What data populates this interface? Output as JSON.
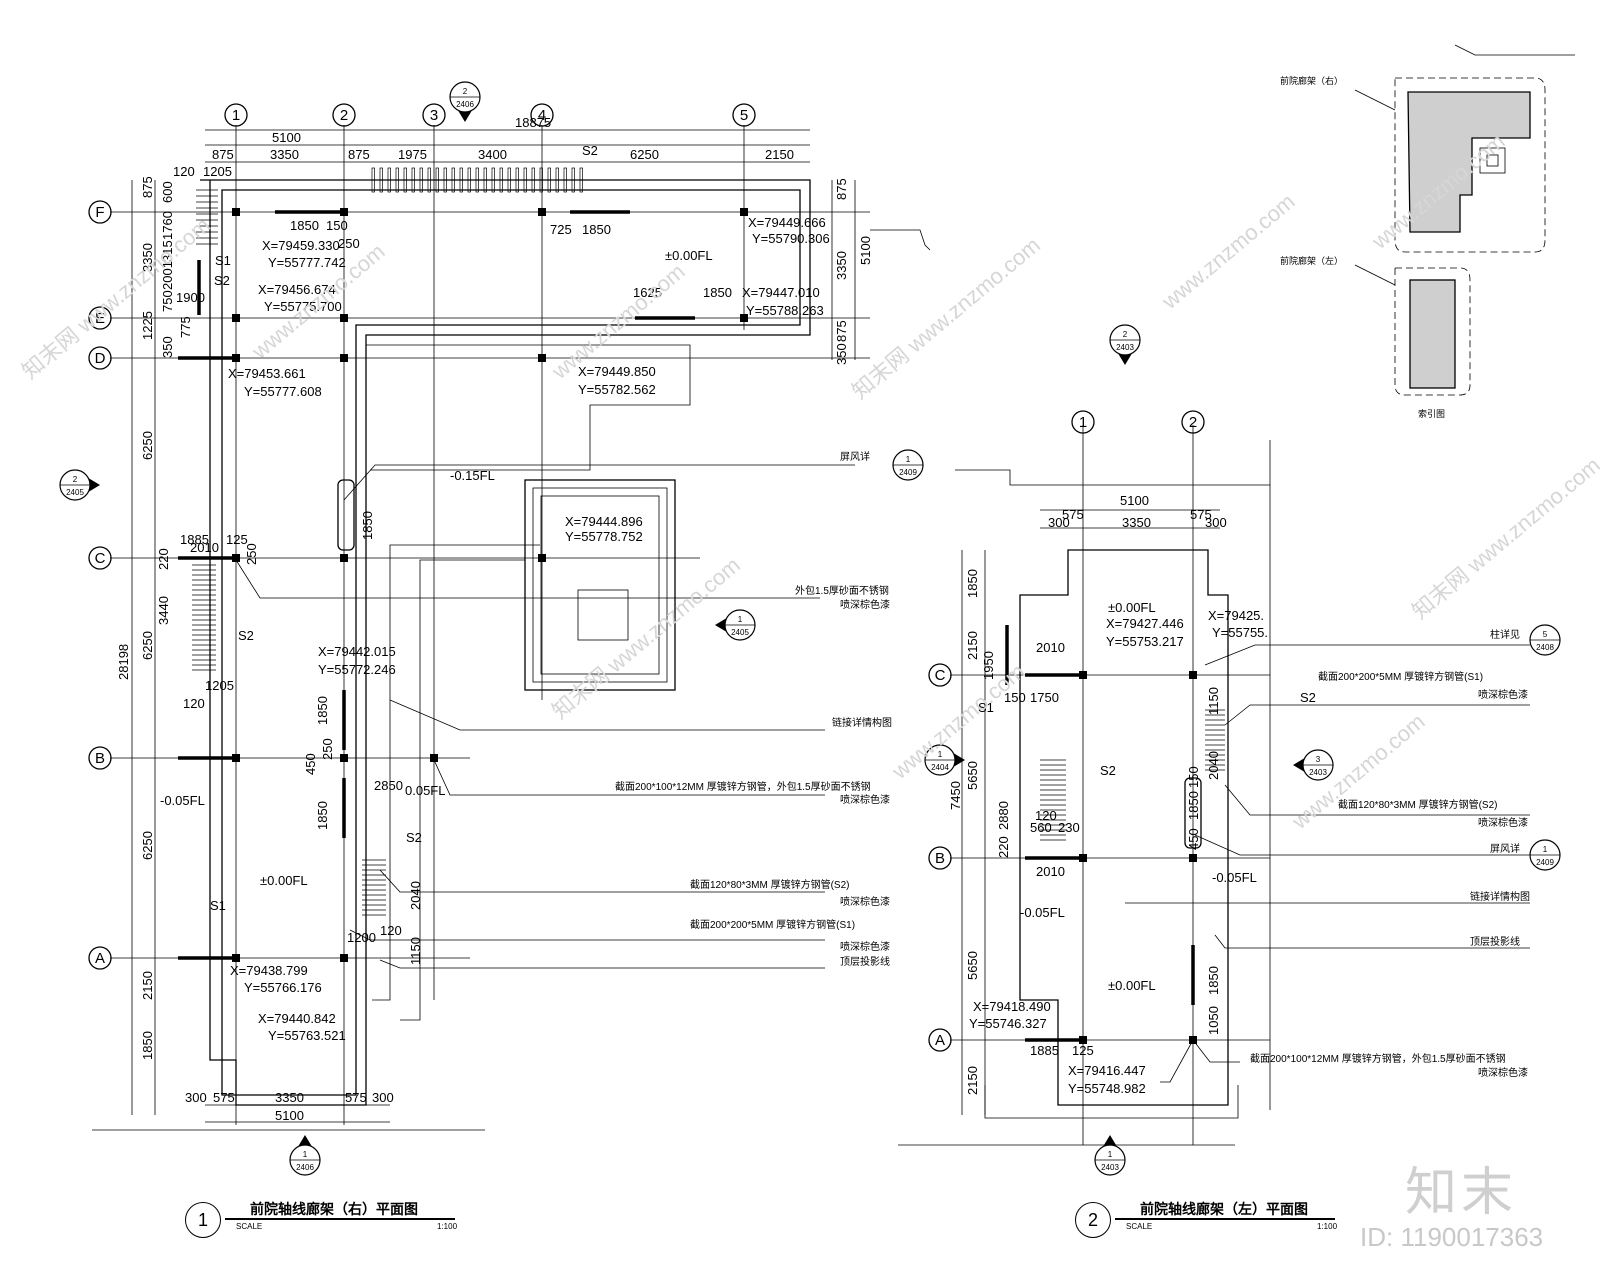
{
  "left_plan": {
    "title": "前院轴线廊架（右）平面图",
    "number": "1",
    "scale_label": "SCALE",
    "scale_value": "1:100",
    "axes_top": [
      "1",
      "2",
      "3",
      "4",
      "5"
    ],
    "axes_side": [
      "F",
      "E",
      "D",
      "C",
      "B",
      "A"
    ],
    "dims_top_total": "18875",
    "dims_top_row1": [
      "5100"
    ],
    "dims_top_row2": [
      "875",
      "3350",
      "875",
      "1975",
      "3400",
      "6250",
      "2150"
    ],
    "dims_left_outer": "28198",
    "dims_left_row": [
      "875",
      "3350",
      "1225",
      "6250",
      "6250",
      "6250",
      "2150",
      "1850"
    ],
    "dims_left_inner": [
      "120",
      "1205",
      "600",
      "1760",
      "315",
      "2001",
      "750",
      "775",
      "350",
      "1900",
      "220",
      "3440",
      "1205",
      "120"
    ],
    "dims_bottom": [
      "300",
      "575",
      "3350",
      "575",
      "300"
    ],
    "dims_bottom_total": "5100",
    "dims_misc": [
      "1850",
      "150",
      "250",
      "725",
      "1850",
      "1625",
      "1850",
      "2010",
      "1885",
      "125",
      "250",
      "1850",
      "1850",
      "450",
      "250",
      "1850",
      "2850",
      "2040",
      "1150",
      "1200",
      "120",
      "875",
      "3350",
      "5100",
      "875",
      "350"
    ],
    "coords": [
      "X=79459.330",
      "Y=55777.742",
      "X=79456.674",
      "Y=55775.700",
      "X=79453.661",
      "Y=55777.608",
      "X=79449.666",
      "Y=55790.306",
      "X=79447.010",
      "Y=55788.263",
      "X=79449.850",
      "Y=55782.562",
      "X=79444.896",
      "Y=55778.752",
      "X=79442.015",
      "Y=55772.246",
      "X=79438.799",
      "Y=55766.176",
      "X=79440.842",
      "Y=55763.521"
    ],
    "levels": [
      "±0.00FL",
      "-0.15FL",
      "-0.05FL",
      "0.05FL",
      "±0.00FL"
    ],
    "tags": [
      "S2",
      "S1",
      "S2",
      "S2",
      "S1",
      "S2"
    ],
    "notes": [
      "屏风详",
      "外包1.5厚砂面不锈钢",
      "喷深棕色漆",
      "链接详情构图",
      "截面200*100*12MM 厚镀锌方钢管，外包1.5厚砂面不锈钢",
      "喷深棕色漆",
      "截面120*80*3MM 厚镀锌方钢管(S2)",
      "喷深棕色漆",
      "截面200*200*5MM 厚镀锌方钢管(S1)",
      "喷深棕色漆",
      "顶层投影线"
    ],
    "sections": [
      {
        "top": "2",
        "bottom": "2406"
      },
      {
        "top": "2",
        "bottom": "2405"
      },
      {
        "top": "1",
        "bottom": "2405"
      },
      {
        "top": "1",
        "bottom": "2409"
      },
      {
        "top": "1",
        "bottom": "2406"
      }
    ]
  },
  "right_plan": {
    "title": "前院轴线廊架（左）平面图",
    "number": "2",
    "scale_label": "SCALE",
    "scale_value": "1:100",
    "axes_top": [
      "1",
      "2"
    ],
    "axes_side": [
      "C",
      "B",
      "A"
    ],
    "dims_top": [
      "5100",
      "575",
      "575",
      "300",
      "3350",
      "300"
    ],
    "dims_left": [
      "1850",
      "2150",
      "1950",
      "5650",
      "7450",
      "2880",
      "220",
      "5650",
      "2150"
    ],
    "dims_misc": [
      "2010",
      "150",
      "1750",
      "120",
      "560",
      "230",
      "2010",
      "1885",
      "125",
      "1150",
      "2040",
      "1850",
      "450",
      "150",
      "1850",
      "1050"
    ],
    "coords": [
      "X=79427.446",
      "Y=55753.217",
      "X=79425.",
      "Y=55755.",
      "X=79418.490",
      "Y=55746.327",
      "X=79416.447",
      "Y=55748.982"
    ],
    "levels": [
      "±0.00FL",
      "-0.05FL",
      "-0.05FL",
      "±0.00FL"
    ],
    "tags": [
      "S1",
      "S2",
      "S2"
    ],
    "notes": [
      "柱详见",
      "截面200*200*5MM 厚镀锌方钢管(S1)",
      "喷深棕色漆",
      "截面120*80*3MM 厚镀锌方钢管(S2)",
      "喷深棕色漆",
      "屏风详",
      "链接详情构图",
      "顶层投影线",
      "截面200*100*12MM 厚镀锌方钢管，外包1.5厚砂面不锈钢",
      "喷深棕色漆"
    ],
    "sections": [
      {
        "top": "2",
        "bottom": "2403"
      },
      {
        "top": "1",
        "bottom": "2404"
      },
      {
        "top": "3",
        "bottom": "2403"
      },
      {
        "top": "5",
        "bottom": "2408"
      },
      {
        "top": "1",
        "bottom": "2409"
      },
      {
        "top": "1",
        "bottom": "2403"
      }
    ]
  },
  "key_plan": {
    "label_top": "前院廊架（右）",
    "label_bottom": "前院廊架（左）",
    "caption": "索引图"
  },
  "watermark": {
    "brand": "知末",
    "site": "www.znzmo.com",
    "site_cn": "知末网",
    "id_text": "ID: 1190017363"
  }
}
